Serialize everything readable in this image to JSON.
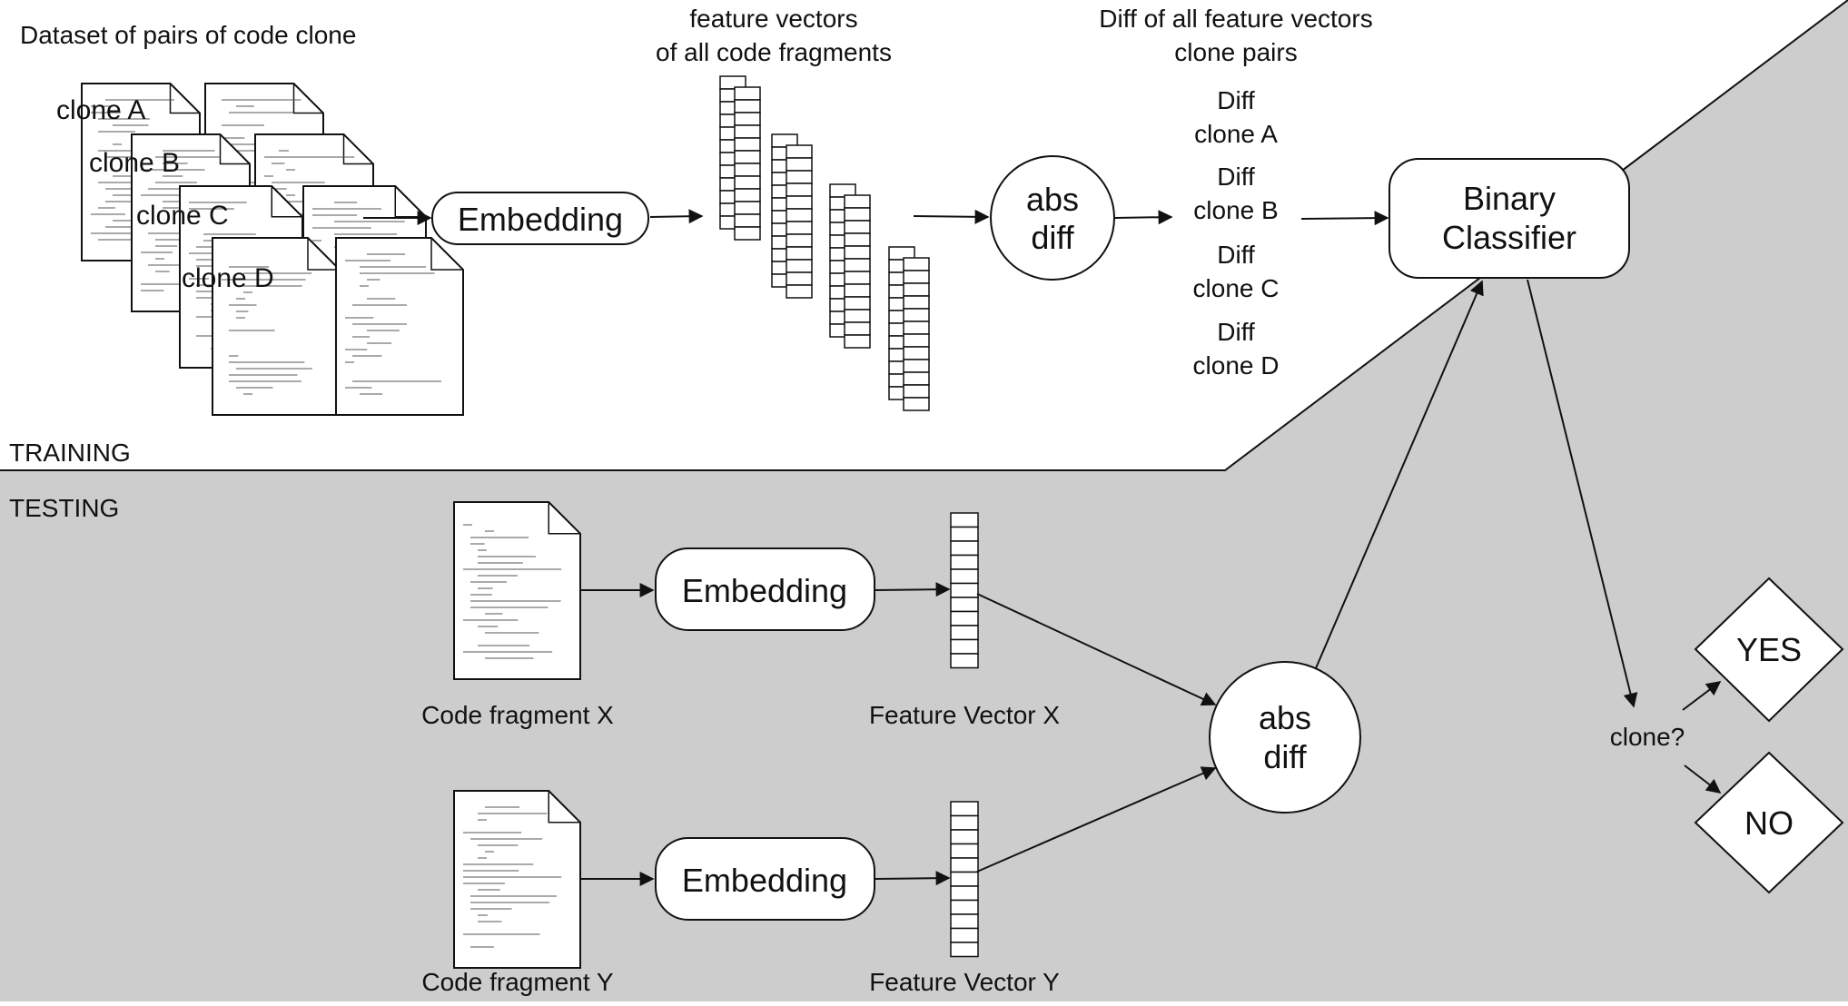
{
  "sections": {
    "training": "TRAINING",
    "testing": "TESTING"
  },
  "training": {
    "dataset_title": "Dataset of pairs of code clone",
    "clones": [
      "clone A",
      "clone B",
      "clone C",
      "clone D"
    ],
    "embedding": "Embedding",
    "feature_title_1": "feature vectors",
    "feature_title_2": "of all code fragments",
    "absdiff_1": "abs",
    "absdiff_2": "diff",
    "diff_title_1": "Diff of all feature vectors",
    "diff_title_2": "clone pairs",
    "diff_items": [
      {
        "top": "Diff",
        "bottom": "clone A"
      },
      {
        "top": "Diff",
        "bottom": "clone B"
      },
      {
        "top": "Diff",
        "bottom": "clone C"
      },
      {
        "top": "Diff",
        "bottom": "clone D"
      }
    ],
    "classifier_1": "Binary",
    "classifier_2": "Classifier"
  },
  "testing": {
    "fragment_x": "Code fragment X",
    "fragment_y": "Code fragment Y",
    "embedding_x": "Embedding",
    "embedding_y": "Embedding",
    "vector_x": "Feature Vector X",
    "vector_y": "Feature Vector Y",
    "absdiff_1": "abs",
    "absdiff_2": "diff"
  },
  "decision": {
    "question": "clone?",
    "yes": "YES",
    "no": "NO"
  },
  "colors": {
    "testing_background": "#cdcdcd",
    "line": "#111111",
    "fill": "#ffffff"
  }
}
